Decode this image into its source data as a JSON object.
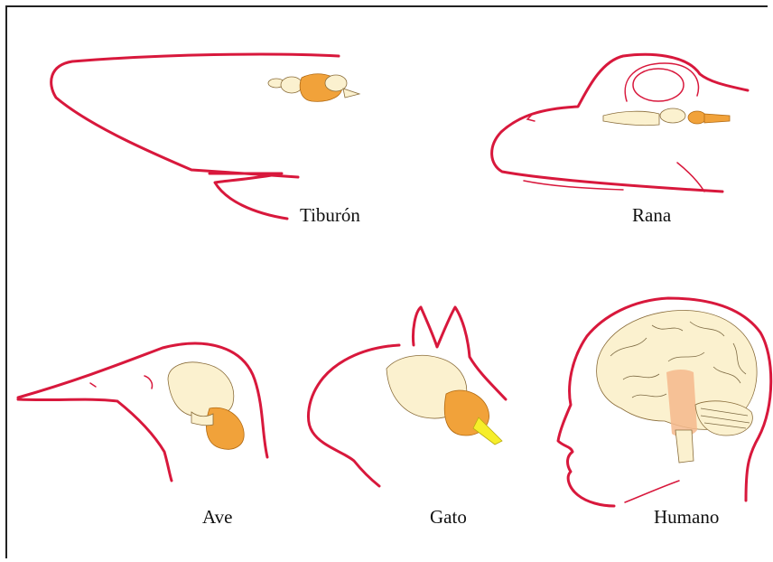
{
  "labels": {
    "shark": "Tiburón",
    "frog": "Rana",
    "bird": "Ave",
    "cat": "Gato",
    "human": "Humano"
  },
  "colors": {
    "outline": "#d8183c",
    "forebrain": "#fbf1cf",
    "hindbrain": "#f1a23a",
    "brainstem": "#f6ee2a",
    "cortex_band": "#f4b98c"
  }
}
